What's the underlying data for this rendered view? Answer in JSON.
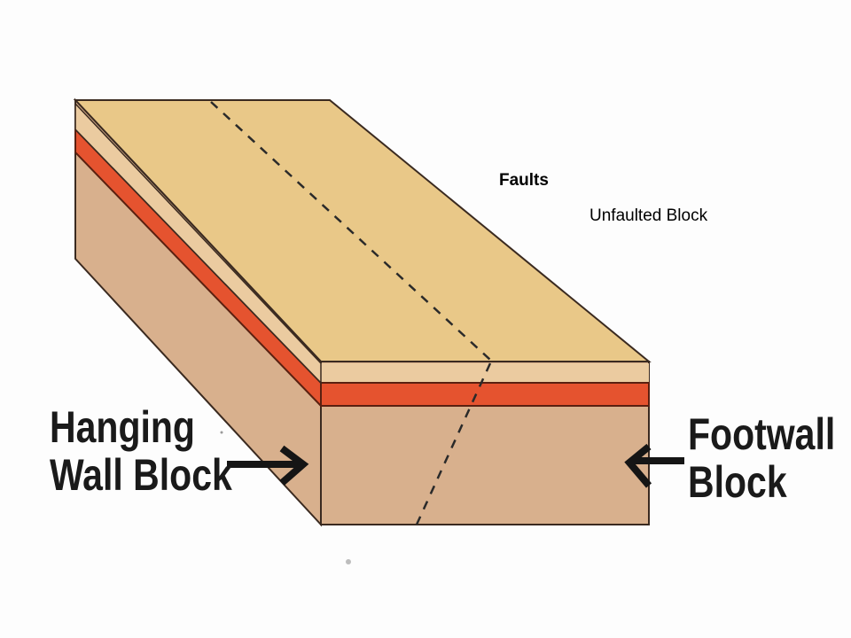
{
  "title": "Faults",
  "subtitle": "Unfaulted Block",
  "hanging_wall_label": {
    "line1": "Hanging",
    "line2": "Wall Block"
  },
  "footwall_label": {
    "line1": "Footwall",
    "line2": "Block"
  },
  "colors": {
    "top_surface": "#e9c888",
    "side_face": "#d8b08d",
    "red_layer": "#e5532f",
    "outline": "#3a2a20",
    "arrow": "#151515"
  }
}
